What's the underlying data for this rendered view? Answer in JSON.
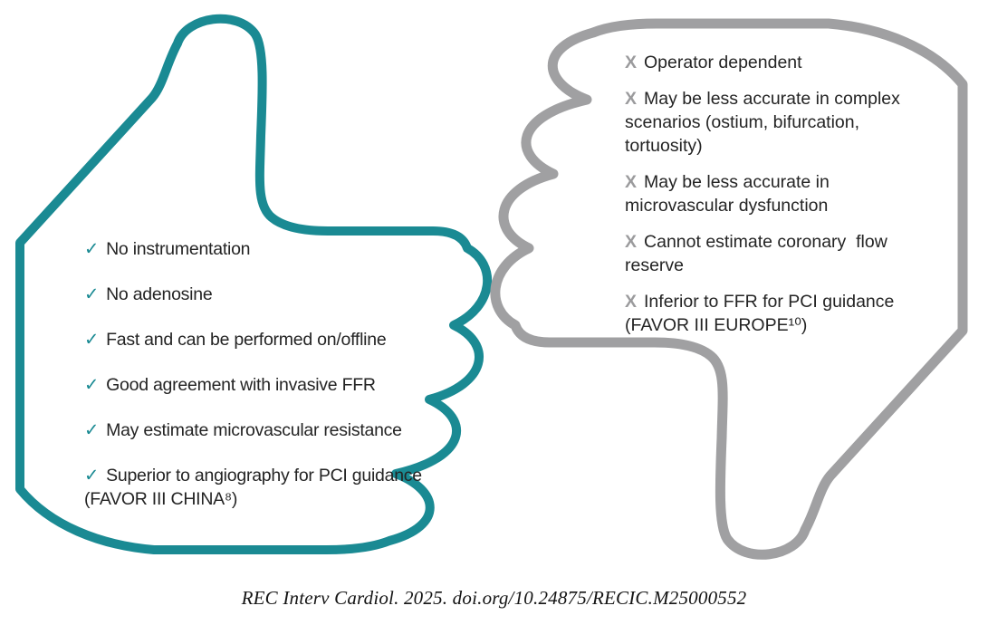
{
  "figure": {
    "pros": {
      "bullet": "✓",
      "items": [
        "No instrumentation",
        "No adenosine",
        "Fast and can be performed on/offline",
        "Good agreement with invasive FFR",
        "May estimate microvascular resistance",
        "Superior to angiography for PCI guidance (FAVOR III CHINA⁸)"
      ]
    },
    "cons": {
      "bullet": "X",
      "items": [
        "Operator dependent",
        "May be less accurate in complex scenarios (ostium, bifurcation, tortuosity)",
        "May be less accurate in microvascular dysfunction",
        "Cannot estimate coronary  flow reserve",
        "Inferior to FFR for PCI guidance (FAVOR III EUROPE¹⁰)"
      ]
    },
    "citation": "REC Interv Cardiol. 2025. doi.org/10.24875/RECIC.M25000552",
    "colors": {
      "pros_outline": "#1A8A93",
      "cons_outline": "#A0A0A2",
      "check": "#1A8A93",
      "cross": "#9B9B9D",
      "text": "#242424"
    }
  }
}
